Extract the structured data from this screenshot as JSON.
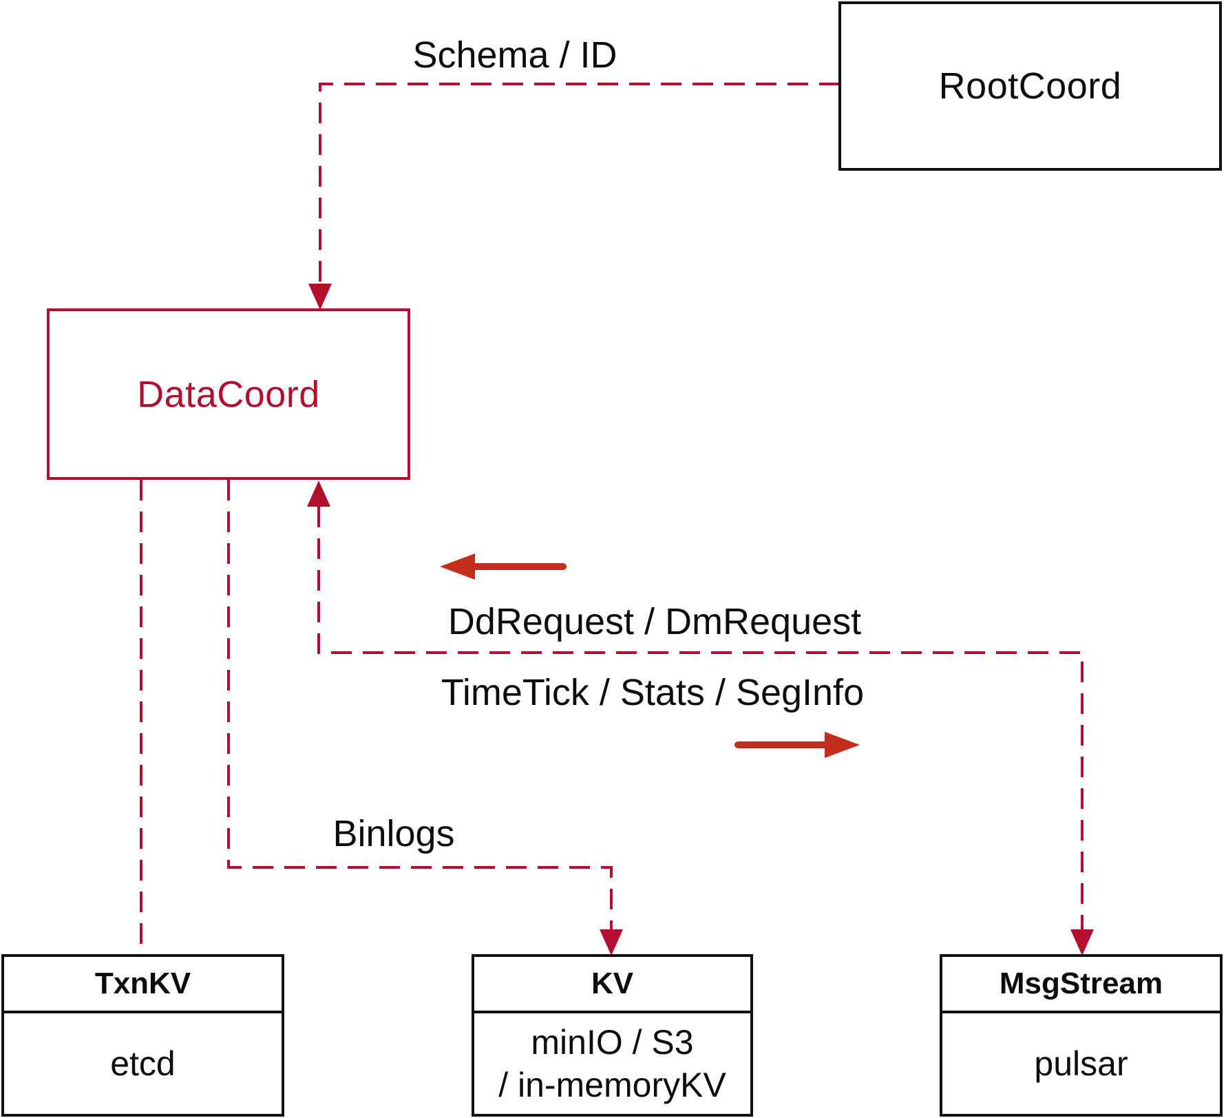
{
  "nodes": {
    "rootcoord": {
      "label": "RootCoord"
    },
    "datacoord": {
      "label": "DataCoord"
    },
    "txnkv": {
      "header": "TxnKV",
      "body": "etcd"
    },
    "kv": {
      "header": "KV",
      "body_line1": "minIO / S3",
      "body_line2": "/ in-memoryKV"
    },
    "msgstream": {
      "header": "MsgStream",
      "body": "pulsar"
    }
  },
  "edge_labels": {
    "schema_id": "Schema / ID",
    "dd_dm_request": "DdRequest / DmRequest",
    "timetick_stats_seginfo": "TimeTick / Stats / SegInfo",
    "binlogs": "Binlogs"
  },
  "colors": {
    "dashed_edge_crimson": "#b40e2f",
    "solid_arrow_red": "#c42d1b",
    "node_border_black": "#111111",
    "text_black": "#0d0d0d"
  }
}
